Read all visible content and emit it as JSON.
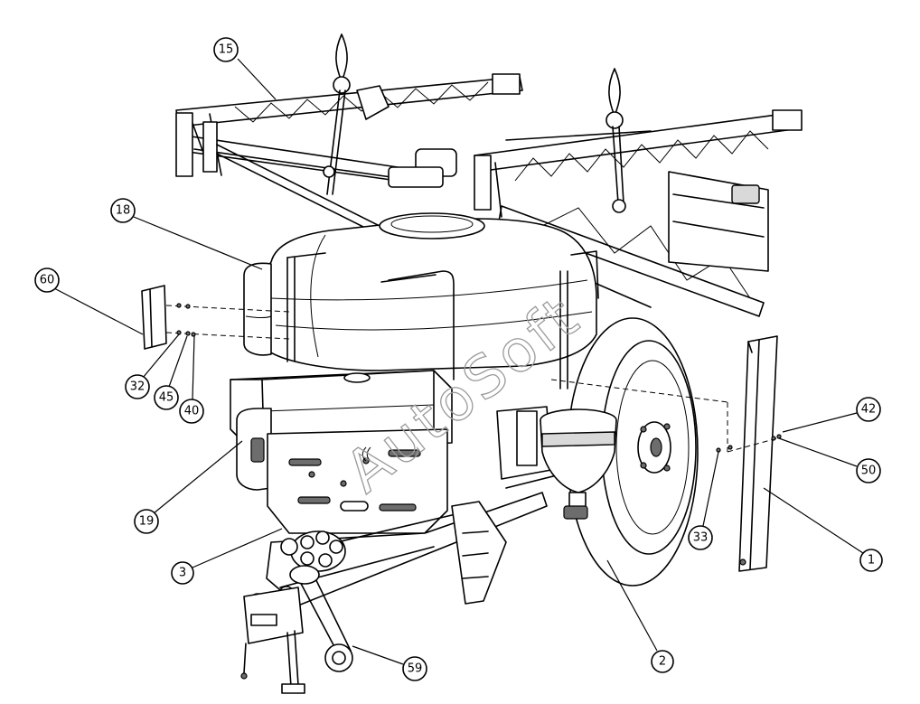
{
  "watermark": "AutoSoft",
  "callouts": [
    {
      "id": "15",
      "label": "15"
    },
    {
      "id": "18",
      "label": "18"
    },
    {
      "id": "60",
      "label": "60"
    },
    {
      "id": "32",
      "label": "32"
    },
    {
      "id": "45",
      "label": "45"
    },
    {
      "id": "40",
      "label": "40"
    },
    {
      "id": "19",
      "label": "19"
    },
    {
      "id": "3",
      "label": "3"
    },
    {
      "id": "59",
      "label": "59"
    },
    {
      "id": "2",
      "label": "2"
    },
    {
      "id": "33",
      "label": "33"
    },
    {
      "id": "1",
      "label": "1"
    },
    {
      "id": "50",
      "label": "50"
    },
    {
      "id": "42",
      "label": "42"
    }
  ]
}
